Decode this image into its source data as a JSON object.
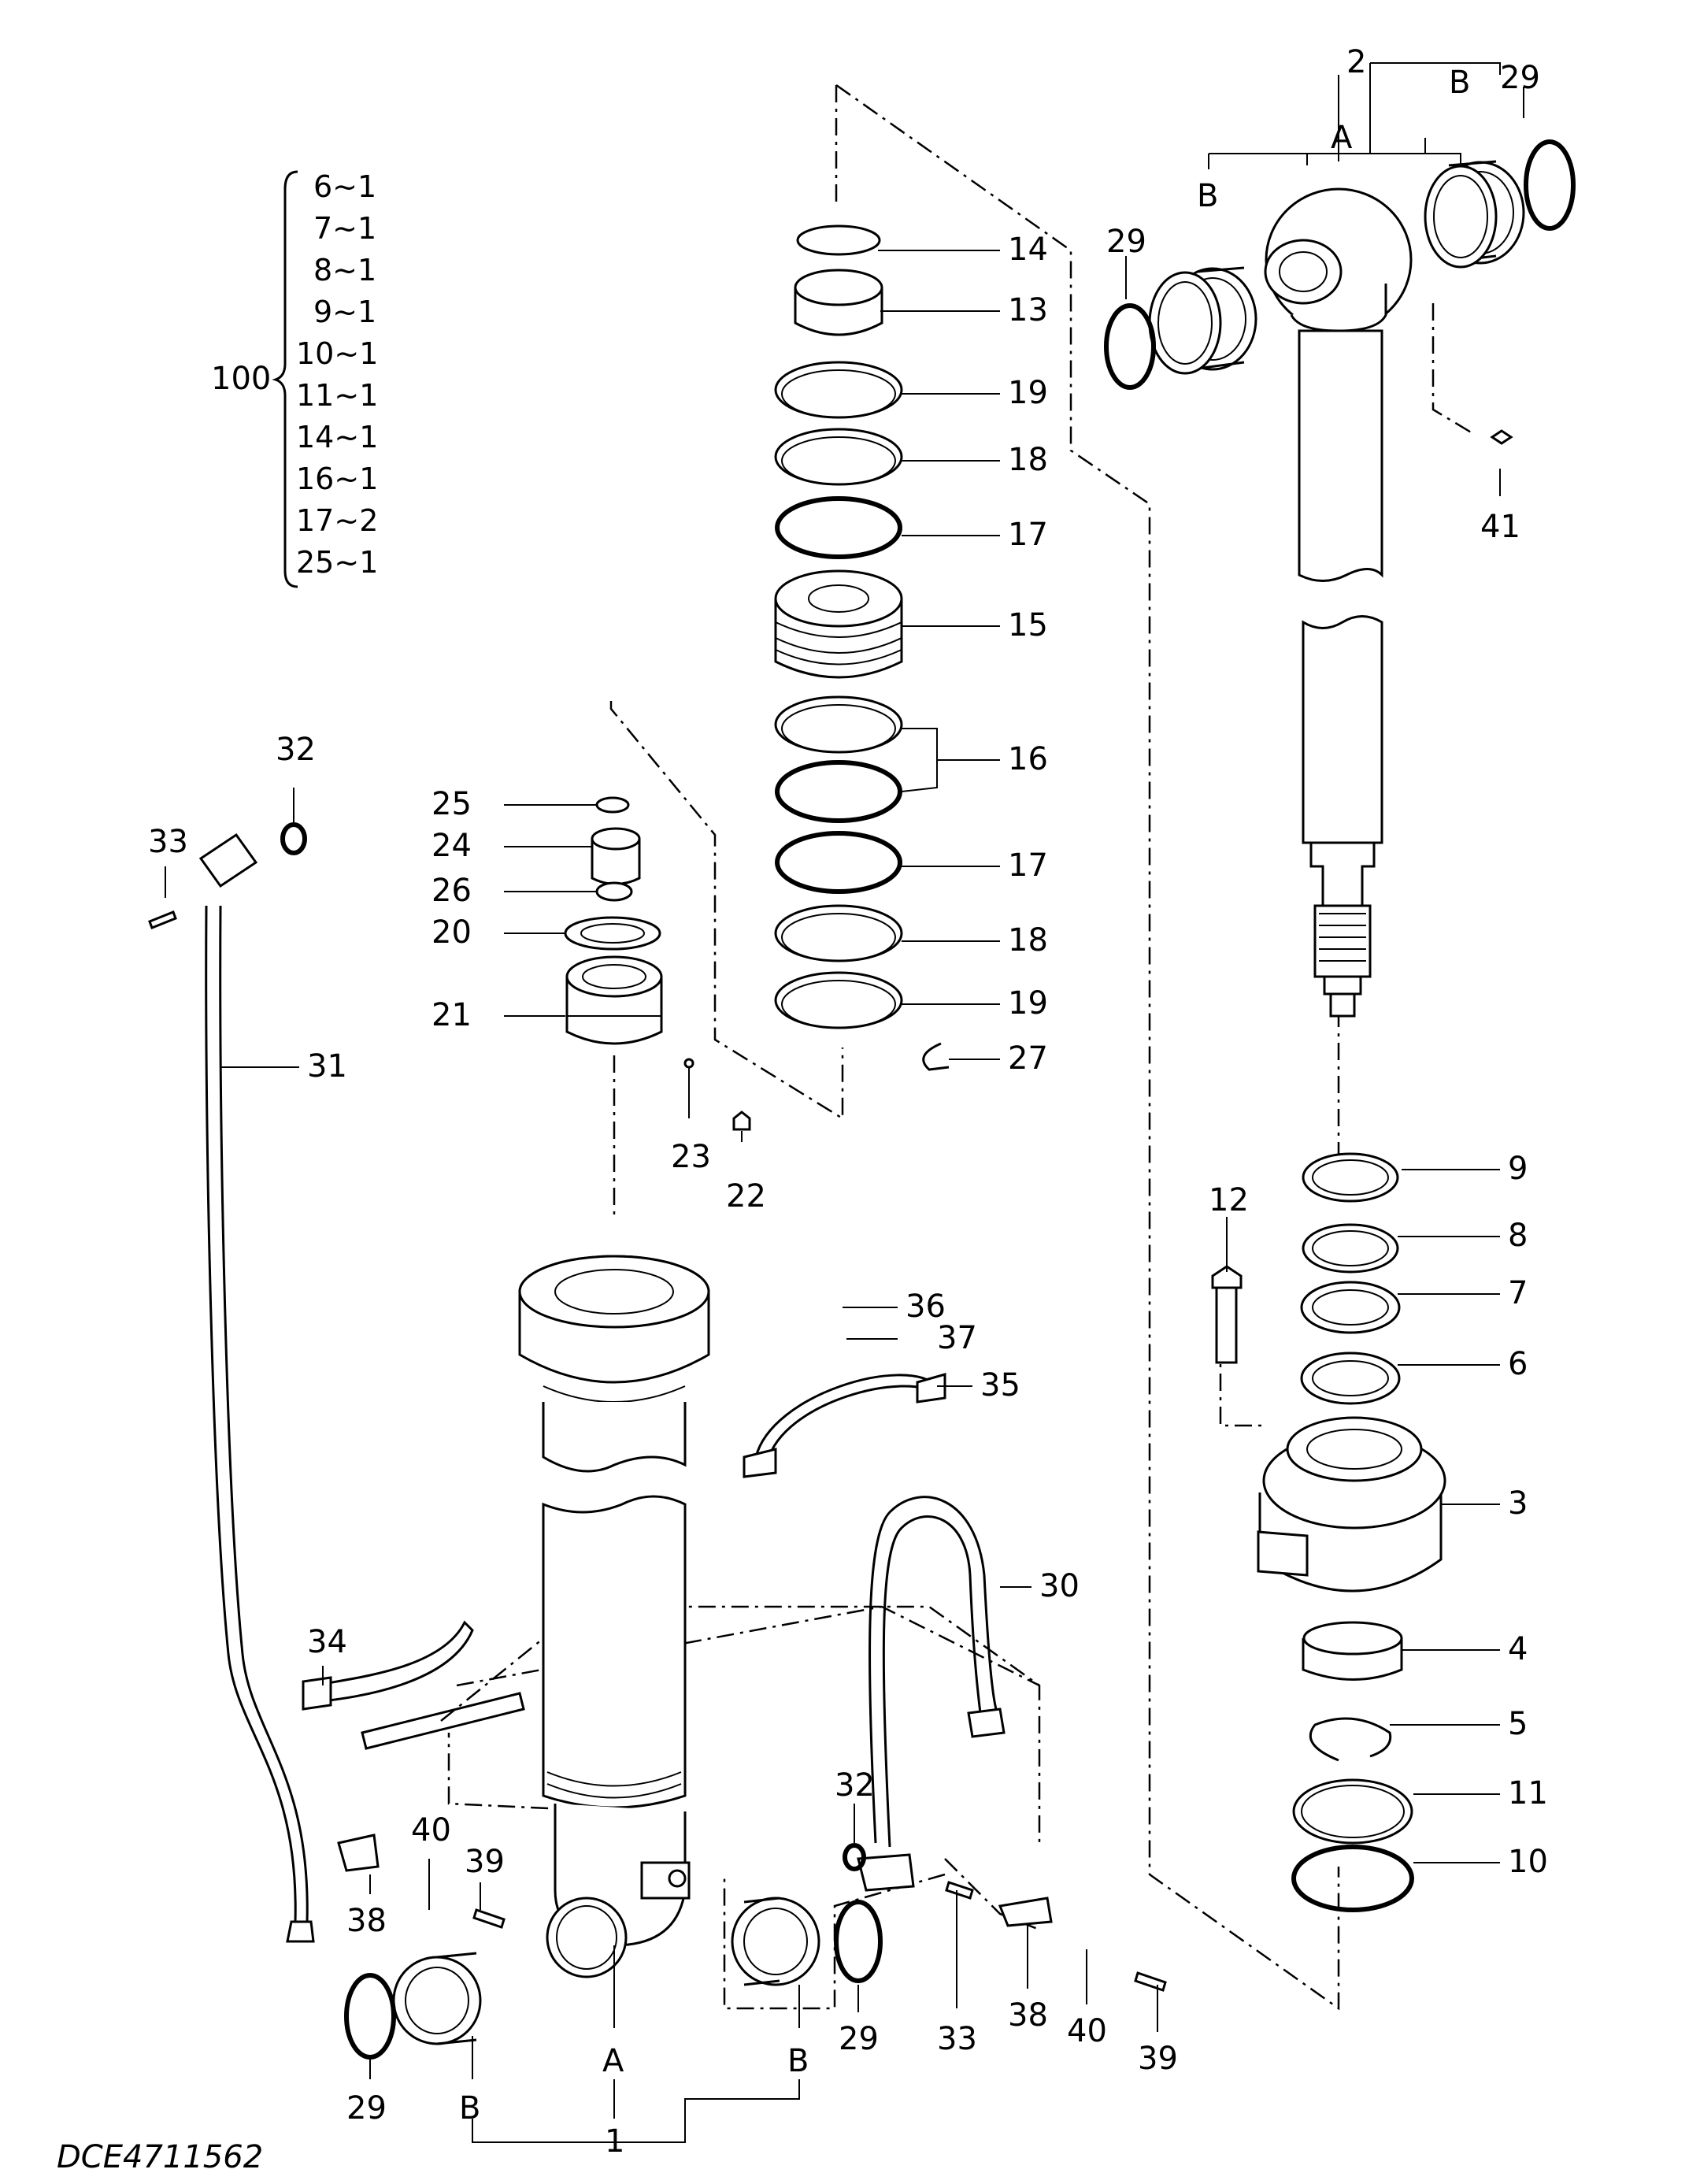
{
  "drawing_id": "DCE4711562",
  "kit": {
    "number": "100",
    "items": [
      "6~1",
      "7~1",
      "8~1",
      "9~1",
      "10~1",
      "11~1",
      "14~1",
      "16~1",
      "17~2",
      "25~1"
    ]
  },
  "callouts": {
    "c1": "1",
    "c2": "2",
    "c3": "3",
    "c4": "4",
    "c5": "5",
    "c6": "6",
    "c7": "7",
    "c8": "8",
    "c9": "9",
    "c10": "10",
    "c11": "11",
    "c12": "12",
    "c13": "13",
    "c14": "14",
    "c15": "15",
    "c16": "16",
    "c17a": "17",
    "c17b": "17",
    "c18a": "18",
    "c18b": "18",
    "c19a": "19",
    "c19b": "19",
    "c20": "20",
    "c21": "21",
    "c22": "22",
    "c23": "23",
    "c24": "24",
    "c25": "25",
    "c26": "26",
    "c27": "27",
    "c29a": "29",
    "c29b": "29",
    "c29c": "29",
    "c29d": "29",
    "c30": "30",
    "c31": "31",
    "c32a": "32",
    "c32b": "32",
    "c33a": "33",
    "c33b": "33",
    "c34": "34",
    "c35": "35",
    "c36": "36",
    "c37": "37",
    "c38a": "38",
    "c38b": "38",
    "c39a": "39",
    "c39b": "39",
    "c40a": "40",
    "c40b": "40",
    "c41": "41"
  },
  "letters": {
    "a_top": "A",
    "b_top1": "B",
    "b_top2": "B",
    "a_bot": "A",
    "b_bot1": "B",
    "b_bot2": "B"
  }
}
